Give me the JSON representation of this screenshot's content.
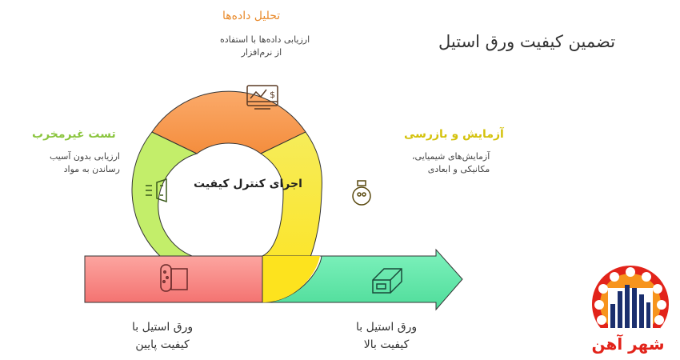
{
  "title": "تضمین کیفیت ورق استیل",
  "center_label": "اجرای کنترل کیفیت",
  "steps": [
    {
      "title": "تحلیل داده‌ها",
      "desc1": "ارزیابی داده‌ها با استفاده",
      "desc2": "از نرم‌افزار",
      "color": "#e98a2b",
      "icon": "monitor-chart-icon"
    },
    {
      "title": "آزمایش و بازرسی",
      "desc1": "آزمایش‌های شیمیایی،",
      "desc2": "مکانیکی و ابعادی",
      "color": "#d4c20c",
      "icon": "flask-icon"
    },
    {
      "title": "تست غیرمخرب",
      "desc1": "ارزیابی بدون آسیب",
      "desc2": "رساندن به مواد",
      "color": "#8bc53f",
      "icon": "ultrasound-icon"
    }
  ],
  "start": {
    "line1": "ورق استیل با",
    "line2": "کیفیت پایین",
    "icon": "rolled-sheet-icon"
  },
  "end": {
    "line1": "ورق استیل با",
    "line2": "کیفیت بالا",
    "icon": "steel-bar-icon"
  },
  "logo_text": "شهر آهن"
}
